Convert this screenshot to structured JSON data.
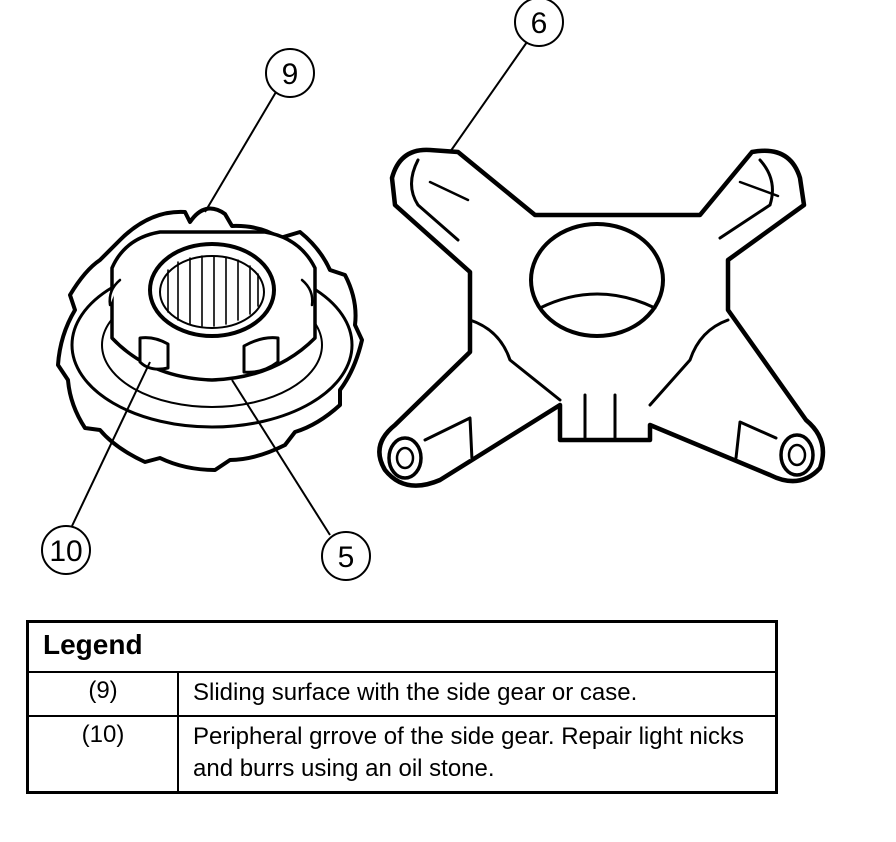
{
  "callouts": {
    "c9": "9",
    "c6": "6",
    "c10": "10",
    "c5": "5"
  },
  "legend": {
    "title": "Legend",
    "rows": [
      {
        "ref": "(9)",
        "description": "Sliding surface with the side gear or case."
      },
      {
        "ref": "(10)",
        "description": "Peripheral grrove of the side gear. Repair light nicks and burrs using an oil stone."
      }
    ]
  }
}
